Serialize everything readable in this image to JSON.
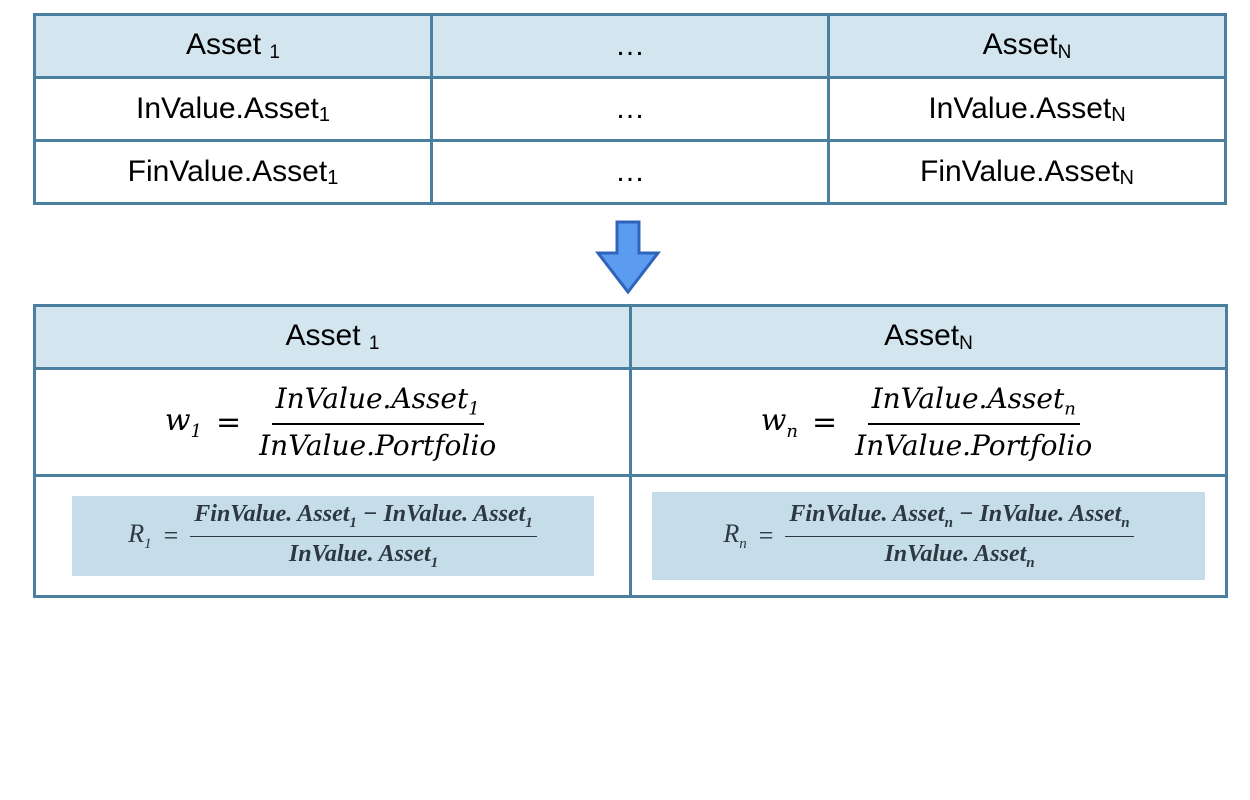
{
  "top_table": {
    "header": [
      "Asset",
      "…",
      "Asset"
    ],
    "header_subscripts": [
      "1",
      "",
      "N"
    ],
    "row_invalue": [
      "InValue.Asset",
      "…",
      "InValue.Asset"
    ],
    "row_invalue_subscripts": [
      "1",
      "",
      "N"
    ],
    "row_finvalue": [
      "FinValue.Asset",
      "…",
      "FinValue.Asset"
    ],
    "row_finvalue_subscripts": [
      "1",
      "",
      "N"
    ]
  },
  "bottom_table": {
    "header": [
      "Asset",
      "Asset"
    ],
    "header_subscripts": [
      "1",
      "N"
    ],
    "weight_1": {
      "lhs": "w",
      "lhs_sub": "1",
      "eq": "=",
      "num": "InValue.Asset",
      "num_sub": "1",
      "den": "InValue.Portfolio"
    },
    "weight_n": {
      "lhs": "w",
      "lhs_sub": "n",
      "eq": "=",
      "num": "InValue.Asset",
      "num_sub": "n",
      "den": "InValue.Portfolio"
    },
    "return_1": {
      "lhs": "R",
      "lhs_sub": "1",
      "eq": "=",
      "num_a": "FinValue. Asset",
      "num_a_sub": "1",
      "minus": " − ",
      "num_b": "InValue. Asset",
      "num_b_sub": "1",
      "den": "InValue. Asset",
      "den_sub": "1"
    },
    "return_n": {
      "lhs": "R",
      "lhs_sub": "n",
      "eq": "=",
      "num_a": "FinValue. Asset",
      "num_a_sub": "n",
      "minus": " − ",
      "num_b": "InValue. Asset",
      "num_b_sub": "n",
      "den": "InValue. Asset",
      "den_sub": "n"
    }
  },
  "colors": {
    "border": "#4a7f9f",
    "header_fill": "#d3e6f0",
    "formula_highlight": "#c4dde9",
    "arrow_fill": "#5b9cf0",
    "arrow_stroke": "#2f64b8"
  },
  "icons": {
    "arrow": "down-arrow-icon"
  }
}
